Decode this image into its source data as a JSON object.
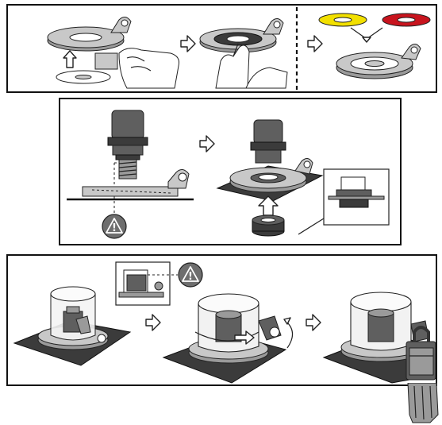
{
  "panels": [
    {
      "name": "panel-1",
      "steps": [
        "insert-disc",
        "peel-liner",
        "choose-color-ring"
      ]
    },
    {
      "name": "panel-2",
      "steps": [
        "button-screw-caution",
        "mount-button",
        "detail-view"
      ]
    },
    {
      "name": "panel-3",
      "steps": [
        "place-cover",
        "rotate-cover",
        "lock-padlock"
      ]
    }
  ],
  "icons": {
    "step_arrow": "outline-right-arrow-icon",
    "caution": "warning-triangle-icon",
    "rotate": "rotate-arrow-icon",
    "padlock": "padlock-icon"
  },
  "colors": {
    "ring_yellow": "#f2e000",
    "ring_red": "#c8141e",
    "gray_light": "#c8c8c8",
    "gray_mid": "#9a9a9a",
    "gray_dark": "#5f5f5f",
    "base_dark": "#3b3b3b",
    "warning_circle": "#6e6e6e"
  },
  "caution_symbol": "!"
}
